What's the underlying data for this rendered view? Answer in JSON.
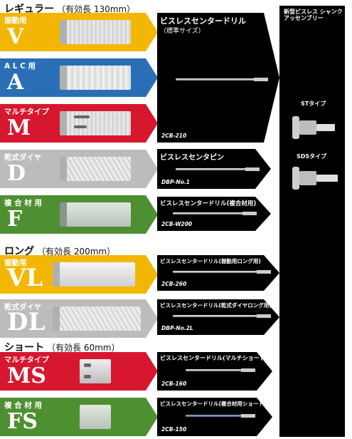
{
  "sections": {
    "regular": {
      "title": "レギュラー",
      "note": "（有効長 130mm）"
    },
    "long": {
      "title": "ロング",
      "note": "（有効長 200mm）"
    },
    "short": {
      "title": "ショート",
      "note": "（有効長 60mm）"
    }
  },
  "arrows": [
    {
      "label": "振動用",
      "letter": "V",
      "color": "#f2b705"
    },
    {
      "label": "A L C 用",
      "letter": "A",
      "color": "#2a6fb5"
    },
    {
      "label": "マルチタイプ",
      "letter": "M",
      "color": "#d7172f"
    },
    {
      "label": "乾式ダイヤ",
      "letter": "D",
      "color": "#bcbcbc"
    },
    {
      "label": "複 合 材 用",
      "letter": "F",
      "color": "#4e8f32"
    },
    {
      "label": "振動用",
      "letter": "VL",
      "color": "#f2b705"
    },
    {
      "label": "乾式ダイヤ",
      "letter": "DL",
      "color": "#bcbcbc"
    },
    {
      "label": "マルチタイプ",
      "letter": "MS",
      "color": "#d7172f"
    },
    {
      "label": "複 合 材 用",
      "letter": "FS",
      "color": "#4e8f32"
    }
  ],
  "panels": {
    "center_drill": {
      "title": "ビスレスセンタードリル",
      "sub": "（標準サイズ）",
      "code": "2CB-210"
    },
    "center_pin": {
      "title": "ビスレスセンタピン",
      "code": "DBP-No.1"
    },
    "composite": {
      "title": "ビスレスセンタードリル(複合材用)",
      "code": "2CB-W200"
    },
    "vl": {
      "title": "ビスレスセンタードリル(振動用ロング用)",
      "code": "2CB-260"
    },
    "dl": {
      "title": "ビスレスセンタードリル(乾式ダイヤロング用)",
      "code": "DBP-No.2L"
    },
    "ms": {
      "title": "ビスレスセンタードリル(マルチショート用)",
      "code": "2CB-160"
    },
    "fs": {
      "title": "ビスレスセンタードリル(複合材用ショート用)",
      "code": "2CB-150"
    }
  },
  "shank_column": {
    "title": "新型ビスレス シャンク アッセンブリー",
    "st_label": "STタイプ",
    "sds_label": "SDSタイプ"
  }
}
